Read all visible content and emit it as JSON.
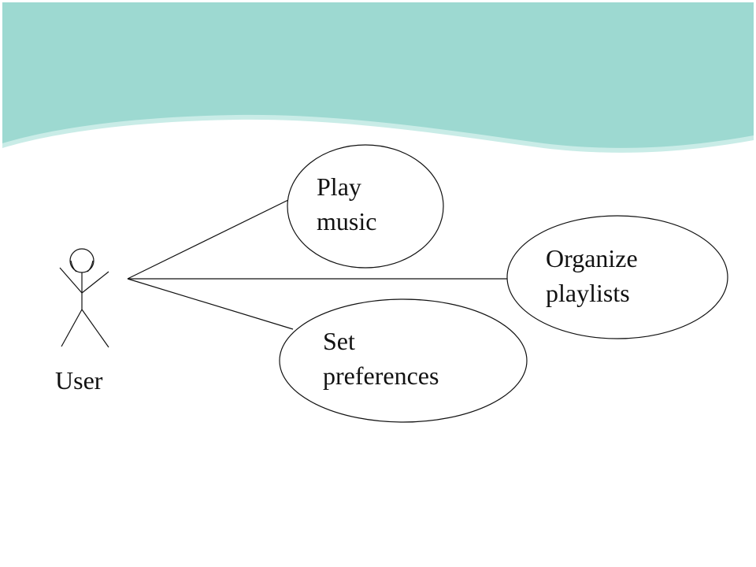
{
  "diagram": {
    "actor": {
      "name": "User"
    },
    "use_cases": [
      {
        "line1": "Play",
        "line2": "music"
      },
      {
        "line1": "Organize",
        "line2": "playlists"
      },
      {
        "line1": "Set",
        "line2": "preferences"
      }
    ]
  },
  "colors": {
    "banner_fill": "#9dd9d1",
    "banner_edge": "#c9ece7",
    "stroke": "#111111"
  }
}
